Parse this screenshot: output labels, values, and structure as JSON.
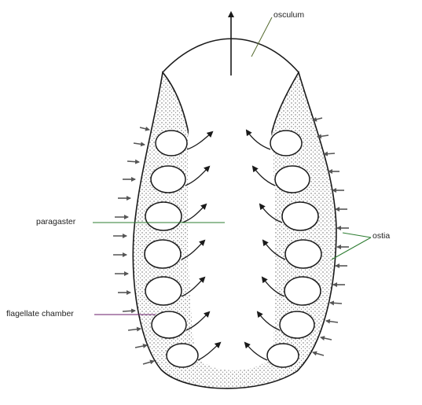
{
  "labels": {
    "osculum": "osculum",
    "paragaster": "paragaster",
    "ostia": "ostia",
    "flagellate_chamber": "flagellate chamber"
  },
  "colors": {
    "ink": "#1a1a1a",
    "stipple": "#555555",
    "leader_osculum": "#556b2f",
    "leader_paragaster": "#2e7d32",
    "leader_ostia": "#2e7d32",
    "leader_flagellate": "#6a1b6a",
    "inflow_arrows": "#555555"
  }
}
